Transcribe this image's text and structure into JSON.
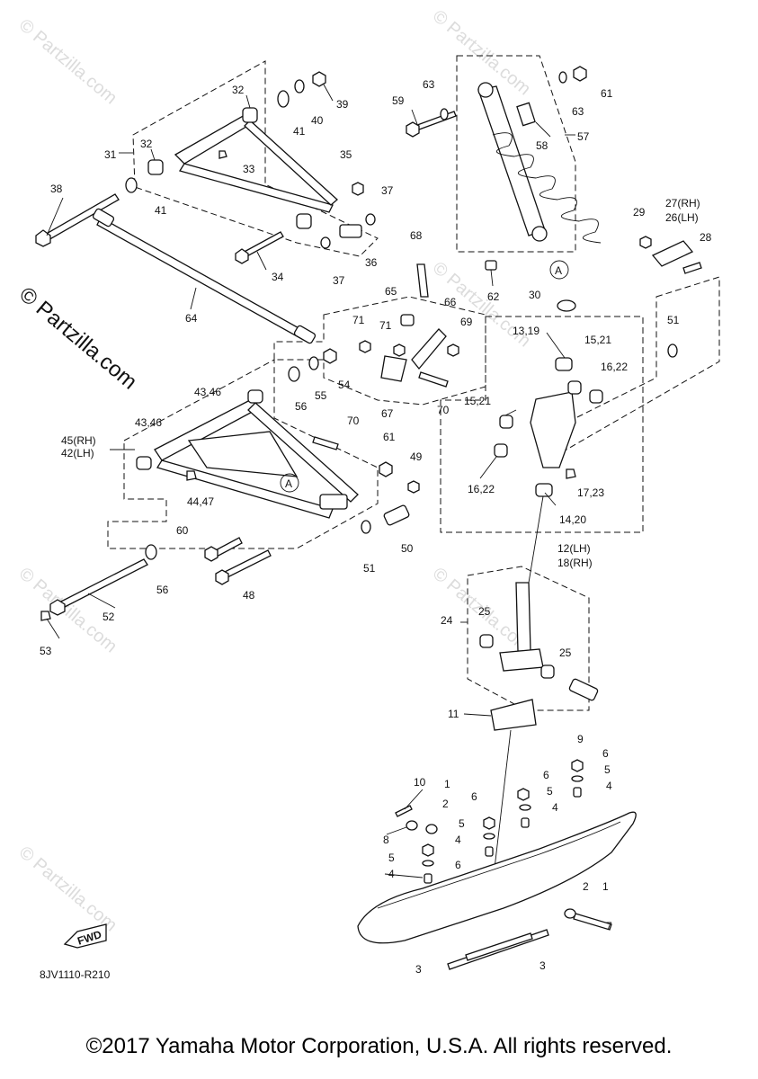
{
  "watermark": {
    "small": "© Partzilla.com",
    "large": "© Partzilla.com"
  },
  "diagram_code": "8JV1110-R210",
  "fwd_label": "FWD",
  "circle_ref": "A",
  "copyright": "©2017 Yamaha Motor Corporation, U.S.A. All rights reserved.",
  "callouts": {
    "c1a": "1",
    "c1b": "1",
    "c2a": "2",
    "c2b": "2",
    "c3a": "3",
    "c3b": "3",
    "c4a": "4",
    "c4b": "4",
    "c4c": "4",
    "c4d": "4",
    "c5a": "5",
    "c5b": "5",
    "c5c": "5",
    "c5d": "5",
    "c6a": "6",
    "c6b": "6",
    "c6c": "6",
    "c6d": "6",
    "c7": "7",
    "c8": "8",
    "c9": "9",
    "c10": "10",
    "c11": "11",
    "c12_18a": "12(LH)",
    "c12_18b": "18(RH)",
    "c13_19": "13,19",
    "c14_20": "14,20",
    "c15_21a": "15,21",
    "c15_21b": "15,21",
    "c16_22a": "16,22",
    "c16_22b": "16,22",
    "c17_23": "17,23",
    "c24": "24",
    "c25a": "25",
    "c25b": "25",
    "c27_26a": "27(RH)",
    "c27_26b": "26(LH)",
    "c28": "28",
    "c29": "29",
    "c30": "30",
    "c31": "31",
    "c32a": "32",
    "c32b": "32",
    "c33": "33",
    "c34": "34",
    "c35": "35",
    "c36": "36",
    "c37a": "37",
    "c37b": "37",
    "c38": "38",
    "c39": "39",
    "c40": "40",
    "c41a": "41",
    "c41b": "41",
    "c43_46a": "43,46",
    "c43_46b": "43,46",
    "c44_47": "44,47",
    "c45_42a": "45(RH)",
    "c45_42b": "42(LH)",
    "c48": "48",
    "c49": "49",
    "c50": "50",
    "c51a": "51",
    "c51b": "51",
    "c52": "52",
    "c53": "53",
    "c54": "54",
    "c55": "55",
    "c56a": "56",
    "c56b": "56",
    "c57": "57",
    "c58": "58",
    "c59": "59",
    "c60": "60",
    "c61a": "61",
    "c61b": "61",
    "c62": "62",
    "c63a": "63",
    "c63b": "63",
    "c64": "64",
    "c65": "65",
    "c66": "66",
    "c67": "67",
    "c68": "68",
    "c69": "69",
    "c70a": "70",
    "c70b": "70",
    "c71a": "71",
    "c71b": "71"
  }
}
